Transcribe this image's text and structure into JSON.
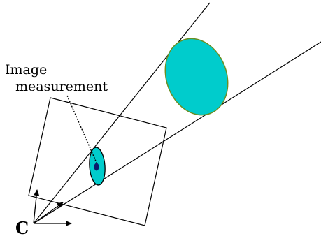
{
  "annotation": {
    "line1": "Image",
    "line2": "measurement"
  },
  "camera": {
    "label": "C"
  },
  "colors": {
    "ellipse_fill": "#00cccc",
    "ellipse_stroke": "#6b8e23",
    "measurement_dot": "#0a1a6b",
    "lines": "#000000"
  }
}
